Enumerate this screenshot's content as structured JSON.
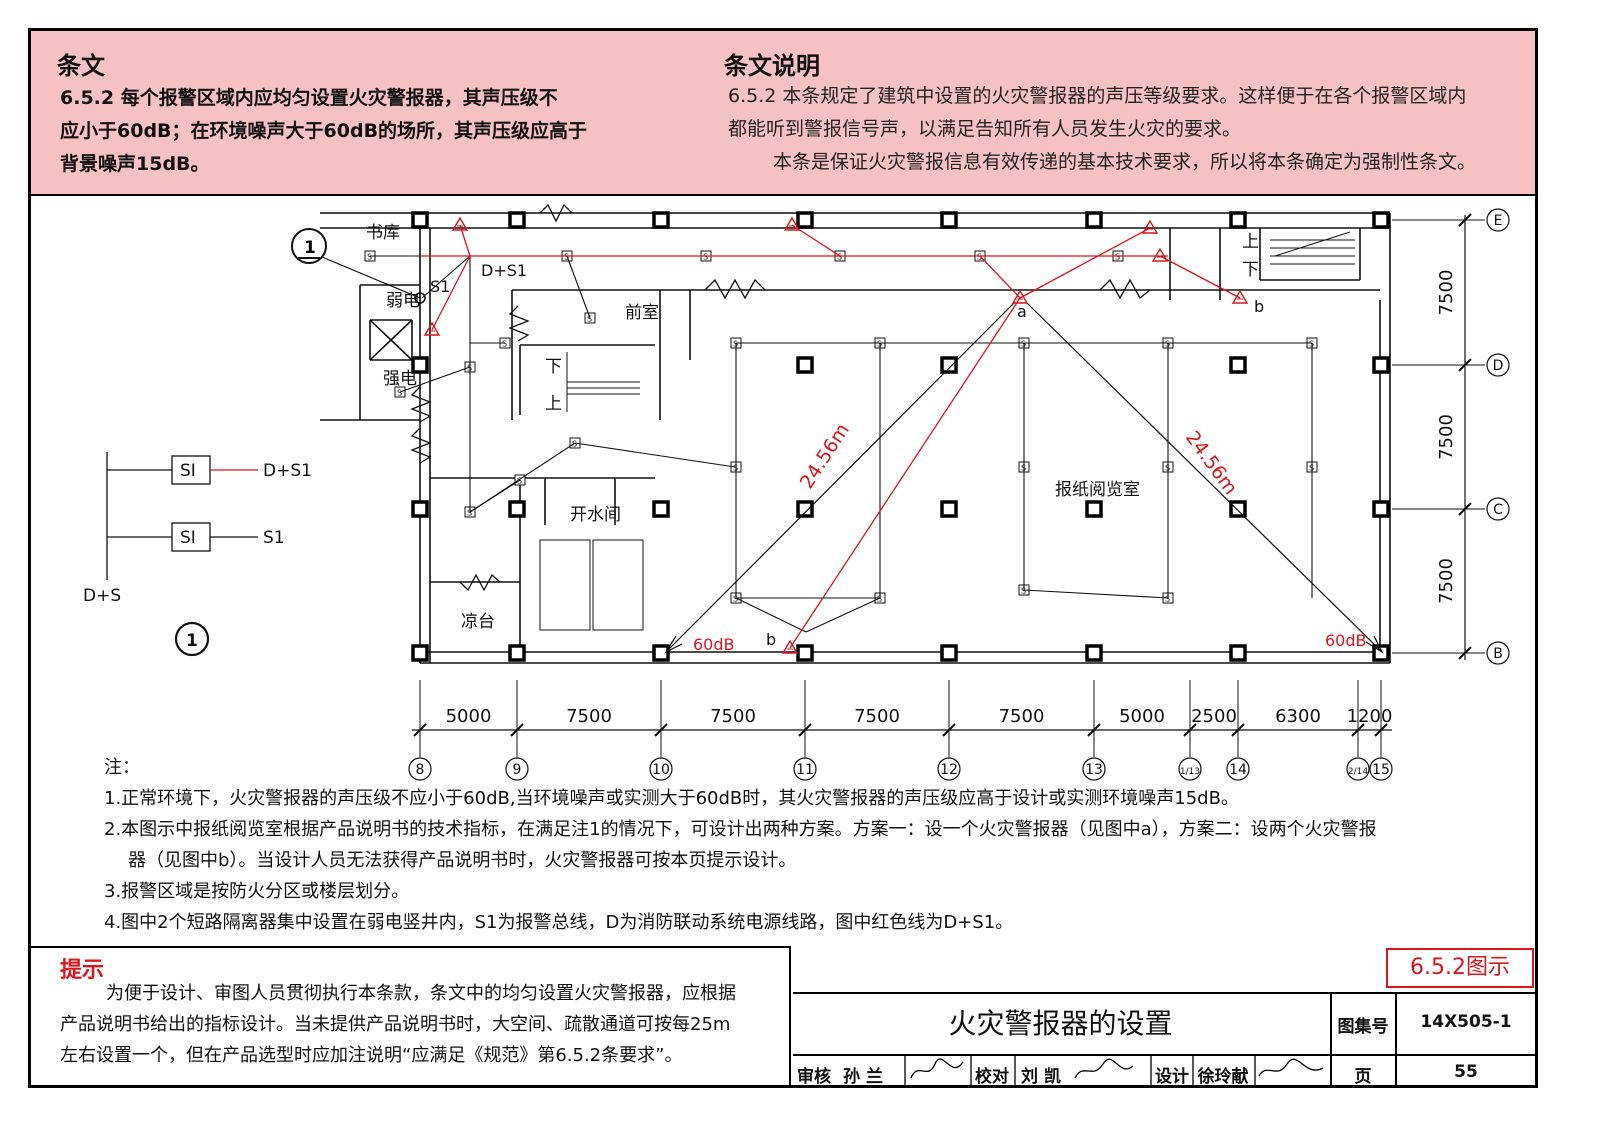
{
  "header": {
    "left_title": "条文",
    "left_lines": [
      "6.5.2 每个报警区域内应均匀设置火灾警报器，其声压级不",
      "应小于60dB；在环境噪声大于60dB的场所，其声压级应高于",
      "背景噪声15dB。"
    ],
    "right_title": "条文说明",
    "right_lines": [
      "6.5.2  本条规定了建筑中设置的火灾警报器的声压等级要求。这样便于在各个报警区域内",
      "都能听到警报信号声，以满足告知所有人员发生火灾的要求。",
      "本条是保证火灾警报信息有效传递的基本技术要求，所以将本条确定为强制性条文。"
    ]
  },
  "plan": {
    "rooms": {
      "book_store": "书库",
      "weak_current": "弱电",
      "strong_current": "强电",
      "front_room": "前室",
      "water_room": "开水间",
      "balcony": "凉台",
      "reading_room": "报纸阅览室"
    },
    "stair_up": "上",
    "stair_down": "下",
    "line_labels": {
      "ds1_red": "D+S1",
      "s1": "S1",
      "a": "a",
      "b": "b"
    },
    "distances": [
      "24.56m",
      "24.56m"
    ],
    "db_labels": [
      "60dB",
      "60dB"
    ],
    "riser": {
      "labels": [
        "SI",
        "SI"
      ],
      "outputs": [
        "D+S1",
        "S1"
      ],
      "input": "D+S",
      "section_no": "1"
    },
    "row_axes": [
      "E",
      "D",
      "C",
      "B"
    ],
    "row_dims": [
      "7500",
      "7500",
      "7500"
    ],
    "col_axes": [
      "8",
      "9",
      "10",
      "11",
      "12",
      "13",
      "1/13",
      "14",
      "2/14",
      "15"
    ],
    "col_dims": [
      "5000",
      "7500",
      "7500",
      "7500",
      "7500",
      "5000",
      "2500",
      "6300",
      "1200"
    ],
    "detector_symbol": "S"
  },
  "notes": {
    "title": "注：",
    "items": [
      "1.正常环境下，火灾警报器的声压级不应小于60dB,当环境噪声或实测大于60dB时，其火灾警报器的声压级应高于设计或实测环境噪声15dB。",
      "2.本图示中报纸阅览室根据产品说明书的技术指标，在满足注1的情况下，可设计出两种方案。方案一：设一个火灾警报器（见图中a），方案二：设两个火灾警报",
      "器（见图中b）。当设计人员无法获得产品说明书时，火灾警报器可按本页提示设计。",
      "3.报警区域是按防火分区或楼层划分。",
      "4.图中2个短路隔离器集中设置在弱电竖井内，S1为报警总线，D为消防联动系统电源线路，图中红色线为D+S1。"
    ]
  },
  "hint": {
    "title": "提示",
    "lines": [
      "为便于设计、审图人员贯彻执行本条款，条文中的均匀设置火灾警报器，应根据",
      "产品说明书给出的指标设计。当未提供产品说明书时，大空间、疏散通道可按每25m",
      "左右设置一个，但在产品选型时应加注说明“应满足《规范》第6.5.2条要求”。"
    ]
  },
  "title_block": {
    "figure_tag": "6.5.2图示",
    "title": "火灾警报器的设置",
    "atlas_label": "图集号",
    "atlas_no": "14X505-1",
    "review_label": "审核",
    "reviewer": "孙 兰",
    "check_label": "校对",
    "checker": "刘 凯",
    "design_label": "设计",
    "designer": "徐玲献",
    "page_label": "页",
    "page_no": "55"
  },
  "colors": {
    "header_bg": "#f6c1c2",
    "alarm_red": "#d9161c",
    "line": "#111111"
  }
}
